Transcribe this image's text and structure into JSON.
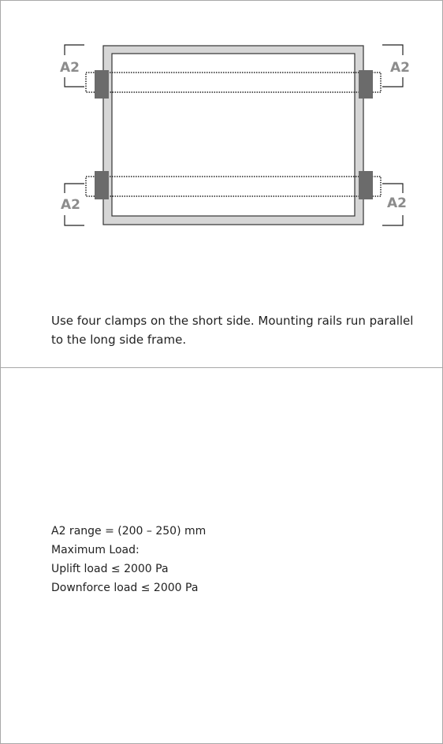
{
  "diagram": {
    "labels": {
      "top_left": "A2",
      "top_right": "A2",
      "bottom_left": "A2",
      "bottom_right": "A2"
    },
    "colors": {
      "frame_fill": "#d6d6d6",
      "frame_stroke": "#333333",
      "clamp": "#6b6b6b",
      "label": "#8c8c8c"
    }
  },
  "description": "Use four clamps on the short side. Mounting rails run parallel to the long side frame.",
  "specs": {
    "range": "A2 range = (200 – 250) mm",
    "max_load": "Maximum Load:",
    "uplift": "Uplift load ≤ 2000 Pa",
    "downforce": "Downforce load ≤ 2000 Pa"
  }
}
